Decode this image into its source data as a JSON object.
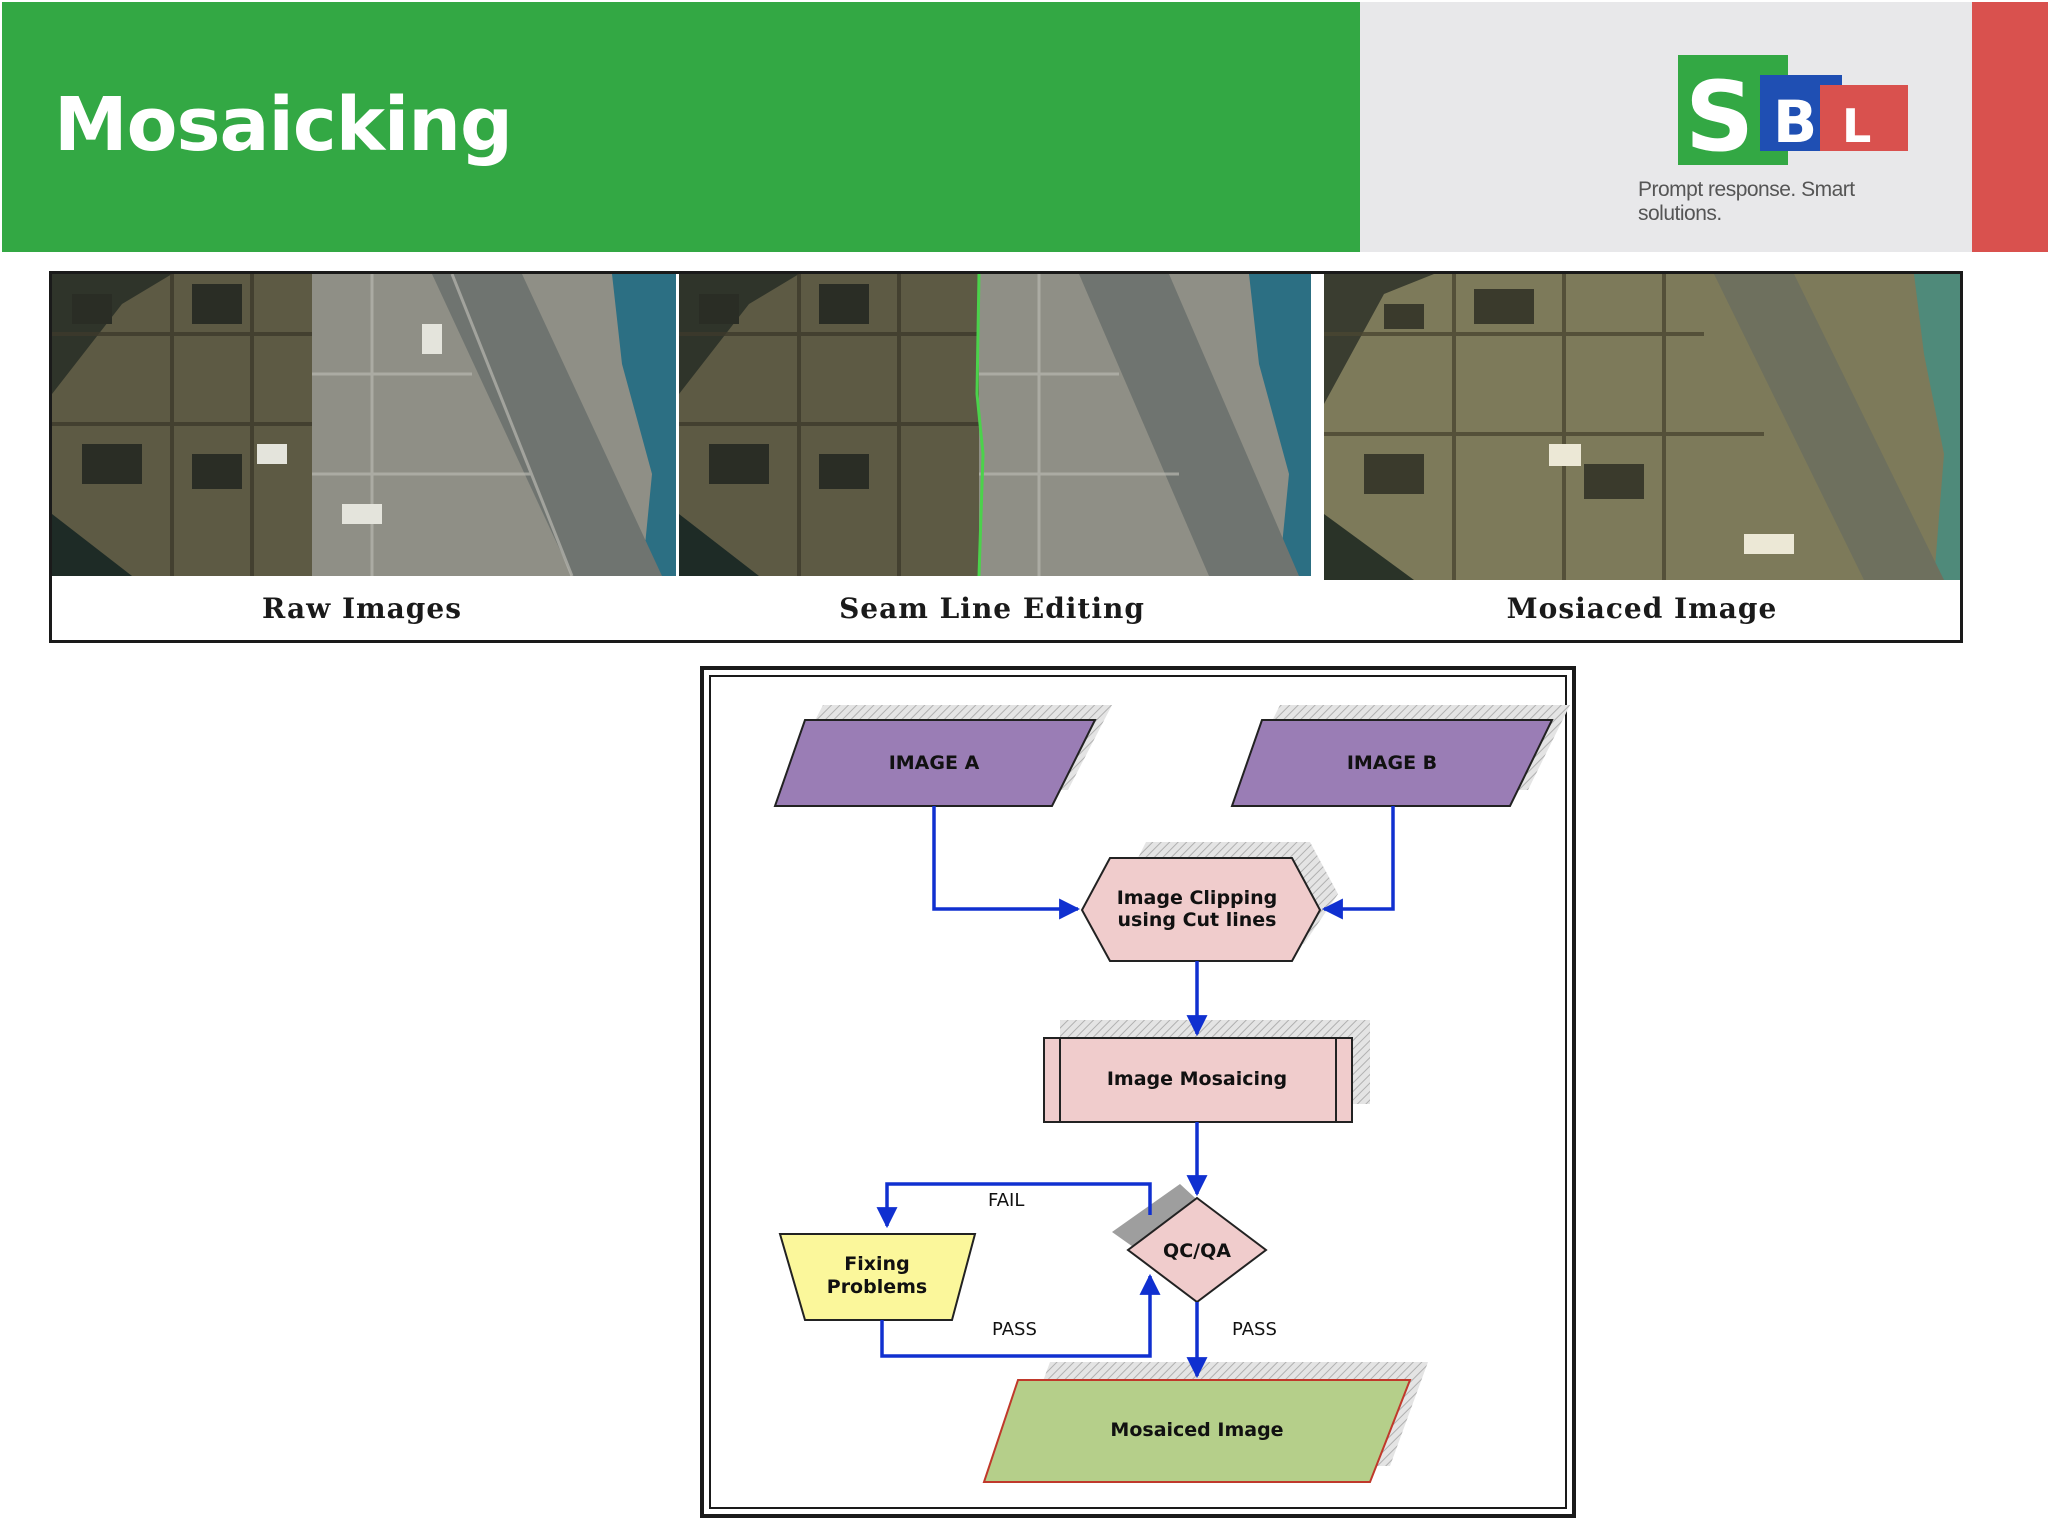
{
  "slide": {
    "title": "Mosaicking",
    "logo_text": "SBL",
    "tagline": "Prompt response. Smart solutions."
  },
  "image_strip": {
    "captions": [
      "Raw Images",
      "Seam Line Editing",
      "Mosiaced Image"
    ]
  },
  "flowchart": {
    "nodes": {
      "image_a": "IMAGE A",
      "image_b": "IMAGE B",
      "clipping_line1": "Image Clipping",
      "clipping_line2": "using Cut lines",
      "mosaicing": "Image Mosaicing",
      "qcqa": "QC/QA",
      "fixing_line1": "Fixing",
      "fixing_line2": "Problems",
      "result": "Mosaiced Image"
    },
    "edge_labels": {
      "fail": "FAIL",
      "pass_fix": "PASS",
      "pass_result": "PASS"
    }
  },
  "colors": {
    "header_green": "#33a844",
    "accent_red": "#d9514e",
    "input_purple": "#9a7db5",
    "process_pink": "#f0cccc",
    "fix_yellow": "#fbf79b",
    "output_green": "#b5cf8a",
    "arrow_blue": "#1030d0"
  }
}
